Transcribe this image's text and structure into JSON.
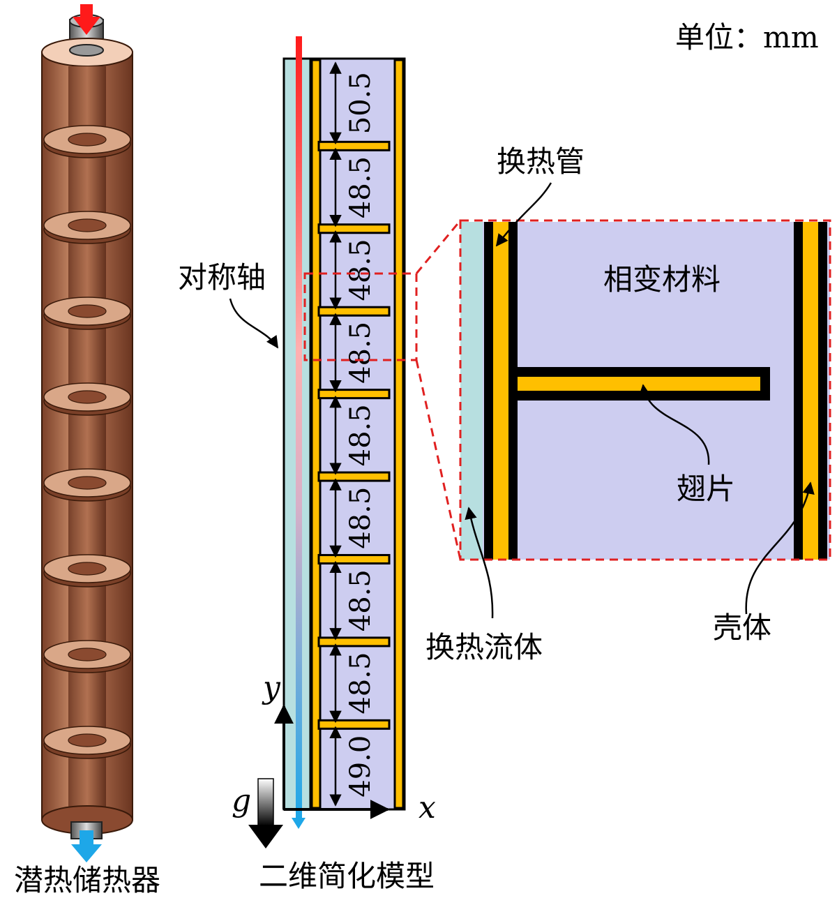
{
  "unit_label": "单位：mm",
  "left_caption": "潜热储热器",
  "middle_caption": "二维简化模型",
  "symmetry_axis_label": "对称轴",
  "axis_y": "y",
  "axis_x": "x",
  "gravity_label": "g",
  "fin_spacings": [
    "50.5",
    "48.5",
    "48.5",
    "48.5",
    "48.5",
    "48.5",
    "48.5",
    "48.5",
    "49.0"
  ],
  "detail": {
    "tube_label": "换热管",
    "pcm_label": "相变材料",
    "fin_label": "翅片",
    "fluid_label": "换热流体",
    "shell_label": "壳体"
  },
  "colors": {
    "fluid": "#b7dfe0",
    "pcm": "#cdcdf0",
    "metal": "#ffbf00",
    "outline": "#000000",
    "inlet_arrow": "#ff1a1a",
    "outlet_arrow": "#1ea7e8",
    "zoom_frame": "#e02020",
    "copper": "#9b5a3c"
  }
}
